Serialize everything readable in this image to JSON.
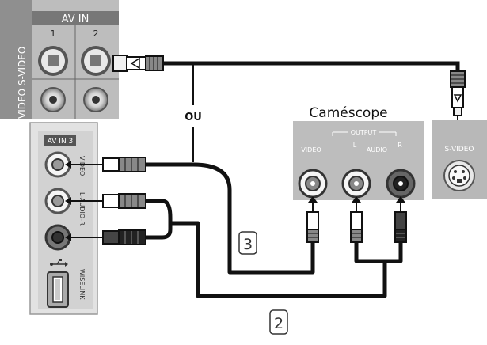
{
  "top_panel": {
    "header": "AV IN",
    "col_1": "1",
    "col_2": "2",
    "svideo_label": "S-VIDEO",
    "video_label": "VIDEO"
  },
  "side_panel": {
    "header": "AV IN 3",
    "video_label": "VIDEO",
    "audio_label": "L-AUDIO-R",
    "usb_label": "WISELINK"
  },
  "camcorder": {
    "title": "Caméscope",
    "output_label": "OUTPUT",
    "video_label": "VIDEO",
    "audio_label": "AUDIO",
    "l_label": "L",
    "r_label": "R"
  },
  "svideo_box": {
    "label": "S-VIDEO"
  },
  "ou_label": "OU",
  "step_3": "3",
  "step_2": "2",
  "colors": {
    "panel_gray": "#d6d6d6",
    "panel_dark": "#a8a8a8",
    "cable": "#111111",
    "label_box": "#333333"
  }
}
